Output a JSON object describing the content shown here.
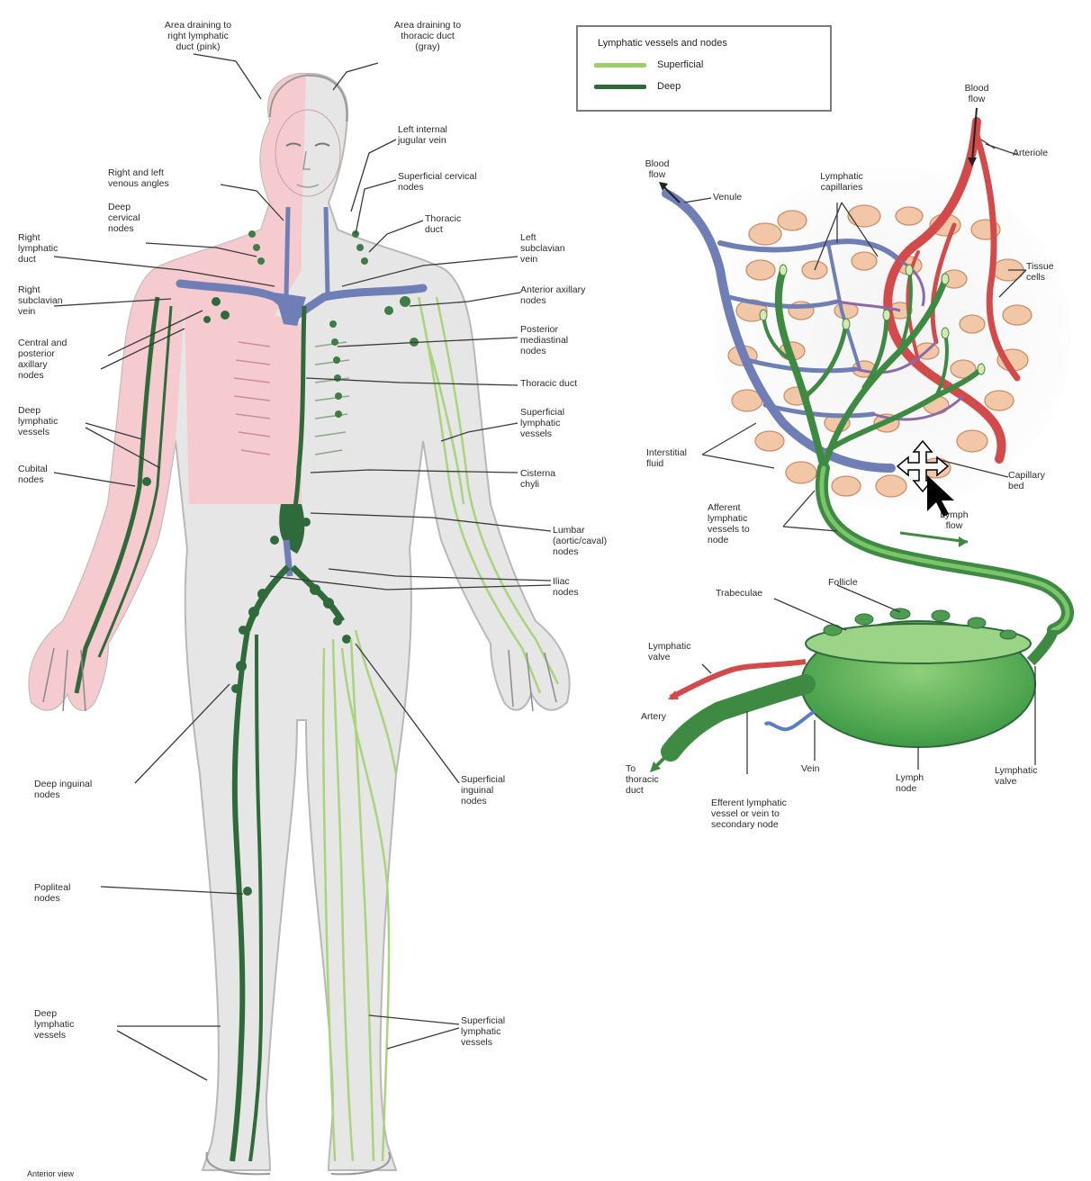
{
  "legend": {
    "title": "Lymphatic vessels and nodes",
    "superficial": "Superficial",
    "deep": "Deep",
    "superficial_color": "#9ccf6a",
    "deep_color": "#2f6b3a"
  },
  "body_labels": {
    "area_right": "Area draining to\nright lymphatic\nduct (pink)",
    "area_thoracic": "Area draining to\nthoracic duct\n(gray)",
    "left_internal_jugular": "Left internal\njugular vein",
    "superficial_cervical": "Superficial cervical\nnodes",
    "right_left_venous": "Right and left\nvenous angles",
    "deep_cervical": "Deep\ncervical\nnodes",
    "thoracic_duct_top": "Thoracic\nduct",
    "right_lymphatic_duct": "Right\nlymphatic\nduct",
    "left_subclavian": "Left\nsubclavian\nvein",
    "anterior_axillary": "Anterior axillary\nnodes",
    "right_subclavian": "Right\nsubclavian\nvein",
    "posterior_mediastinal": "Posterior\nmediastinal\nnodes",
    "central_posterior_axillary": "Central and\nposterior\naxillary\nnodes",
    "thoracic_duct_mid": "Thoracic duct",
    "deep_lymphatic_vessels_arm": "Deep\nlymphatic\nvessels",
    "superficial_lymphatic_vessels_arm": "Superficial\nlymphatic\nvessels",
    "cubital_nodes": "Cubital\nnodes",
    "cisterna_chyli": "Cisterna\nchyli",
    "lumbar_nodes": "Lumbar\n(aortic/caval)\nnodes",
    "iliac_nodes": "Iliac\nnodes",
    "deep_inguinal": "Deep inguinal\nnodes",
    "superficial_inguinal": "Superficial\ninguinal\nnodes",
    "popliteal": "Popliteal\nnodes",
    "deep_lymphatic_vessels_leg": "Deep\nlymphatic\nvessels",
    "superficial_lymphatic_vessels_leg": "Superficial\nlymphatic\nvessels",
    "view_caption": "Anterior view"
  },
  "capillary_labels": {
    "blood_flow_right": "Blood\nflow",
    "arteriole": "Arteriole",
    "blood_flow_left": "Blood\nflow",
    "venule": "Venule",
    "lymphatic_capillaries": "Lymphatic\ncapillaries",
    "tissue_cells": "Tissue\ncells",
    "interstitial_fluid": "Interstitial\nfluid",
    "capillary_bed": "Capillary\nbed",
    "afferent": "Afferent\nlymphatic\nvessels to\nnode",
    "lymph_flow": "Lymph\nflow"
  },
  "node_labels": {
    "trabeculae": "Trabeculae",
    "follicle": "Follicle",
    "lymphatic_valve_left": "Lymphatic\nvalve",
    "artery": "Artery",
    "to_thoracic_duct": "To\nthoracic\nduct",
    "efferent": "Efferent lymphatic\nvessel or vein to\nsecondary node",
    "vein": "Vein",
    "lymph_node": "Lymph\nnode",
    "lymphatic_valve_right": "Lymphatic\nvalve"
  }
}
